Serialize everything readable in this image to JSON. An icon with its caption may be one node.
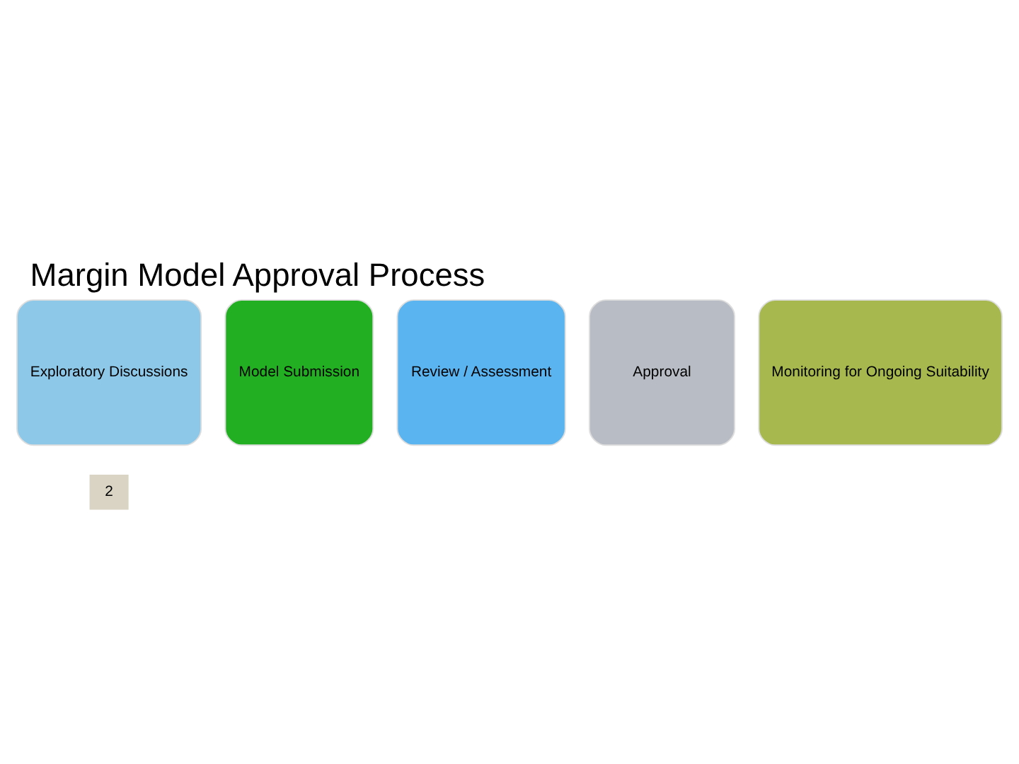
{
  "diagram": {
    "title": "Margin Model Approval Process",
    "nodes": [
      {
        "text": [
          "Exploratory Discussions"
        ]
      },
      {
        "text": [
          "Model Submission"
        ]
      },
      {
        "text": [
          "Review / Assessment"
        ]
      },
      {
        "text": [
          "Approval"
        ]
      },
      {
        "text": [
          "Monitoring for Ongoing Suitability"
        ]
      }
    ],
    "labels": [
      "2"
    ]
  }
}
